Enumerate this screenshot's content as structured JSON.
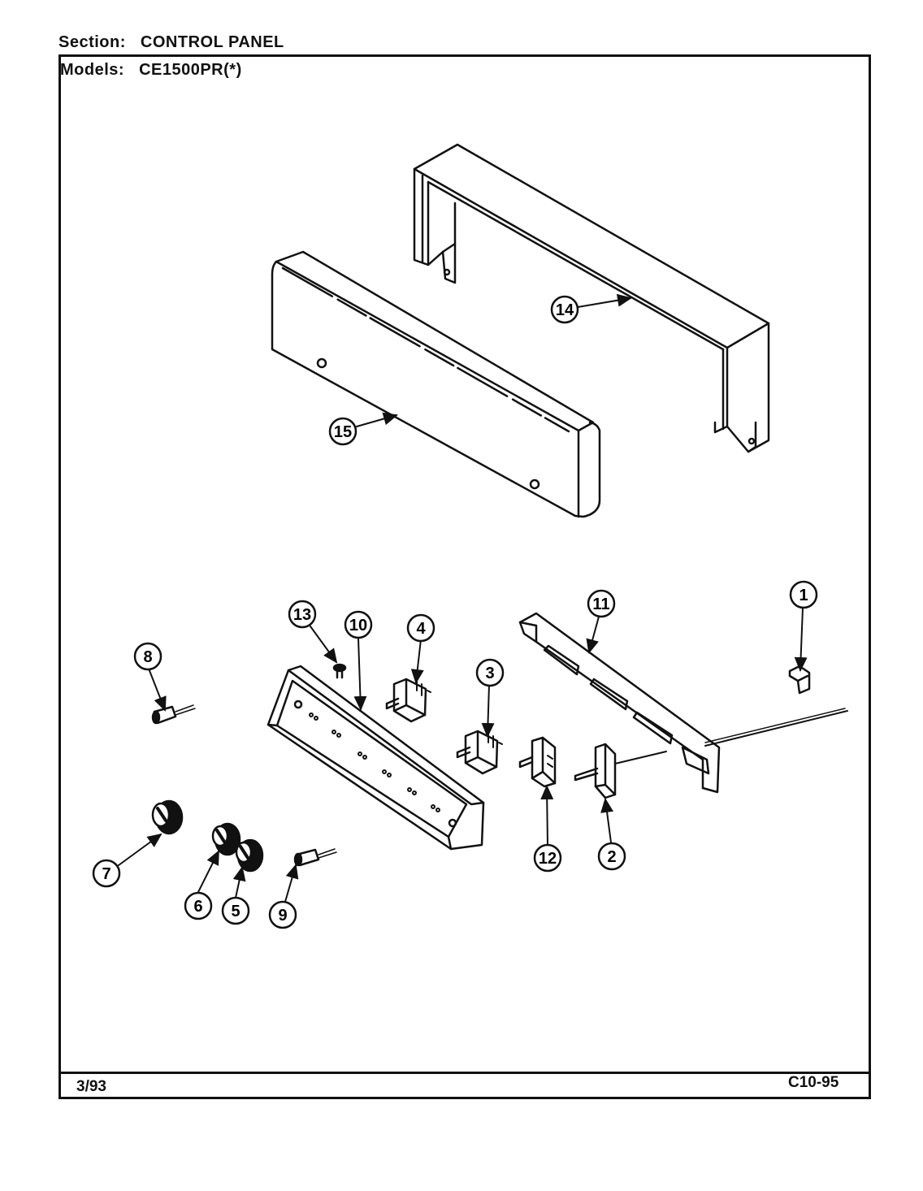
{
  "header": {
    "section_label": "Section:",
    "section_value": "CONTROL PANEL",
    "models_label": "Models:",
    "models_value": "CE1500PR(*)"
  },
  "footer": {
    "date": "3/93",
    "code": "C10-95"
  },
  "callouts": [
    {
      "id": "callout-1",
      "label": "1"
    },
    {
      "id": "callout-2",
      "label": "2"
    },
    {
      "id": "callout-3",
      "label": "3"
    },
    {
      "id": "callout-4",
      "label": "4"
    },
    {
      "id": "callout-5",
      "label": "5"
    },
    {
      "id": "callout-6",
      "label": "6"
    },
    {
      "id": "callout-7",
      "label": "7"
    },
    {
      "id": "callout-8",
      "label": "8"
    },
    {
      "id": "callout-9",
      "label": "9"
    },
    {
      "id": "callout-10",
      "label": "10"
    },
    {
      "id": "callout-11",
      "label": "11"
    },
    {
      "id": "callout-12",
      "label": "12"
    },
    {
      "id": "callout-13",
      "label": "13"
    },
    {
      "id": "callout-14",
      "label": "14"
    },
    {
      "id": "callout-15",
      "label": "15"
    }
  ]
}
